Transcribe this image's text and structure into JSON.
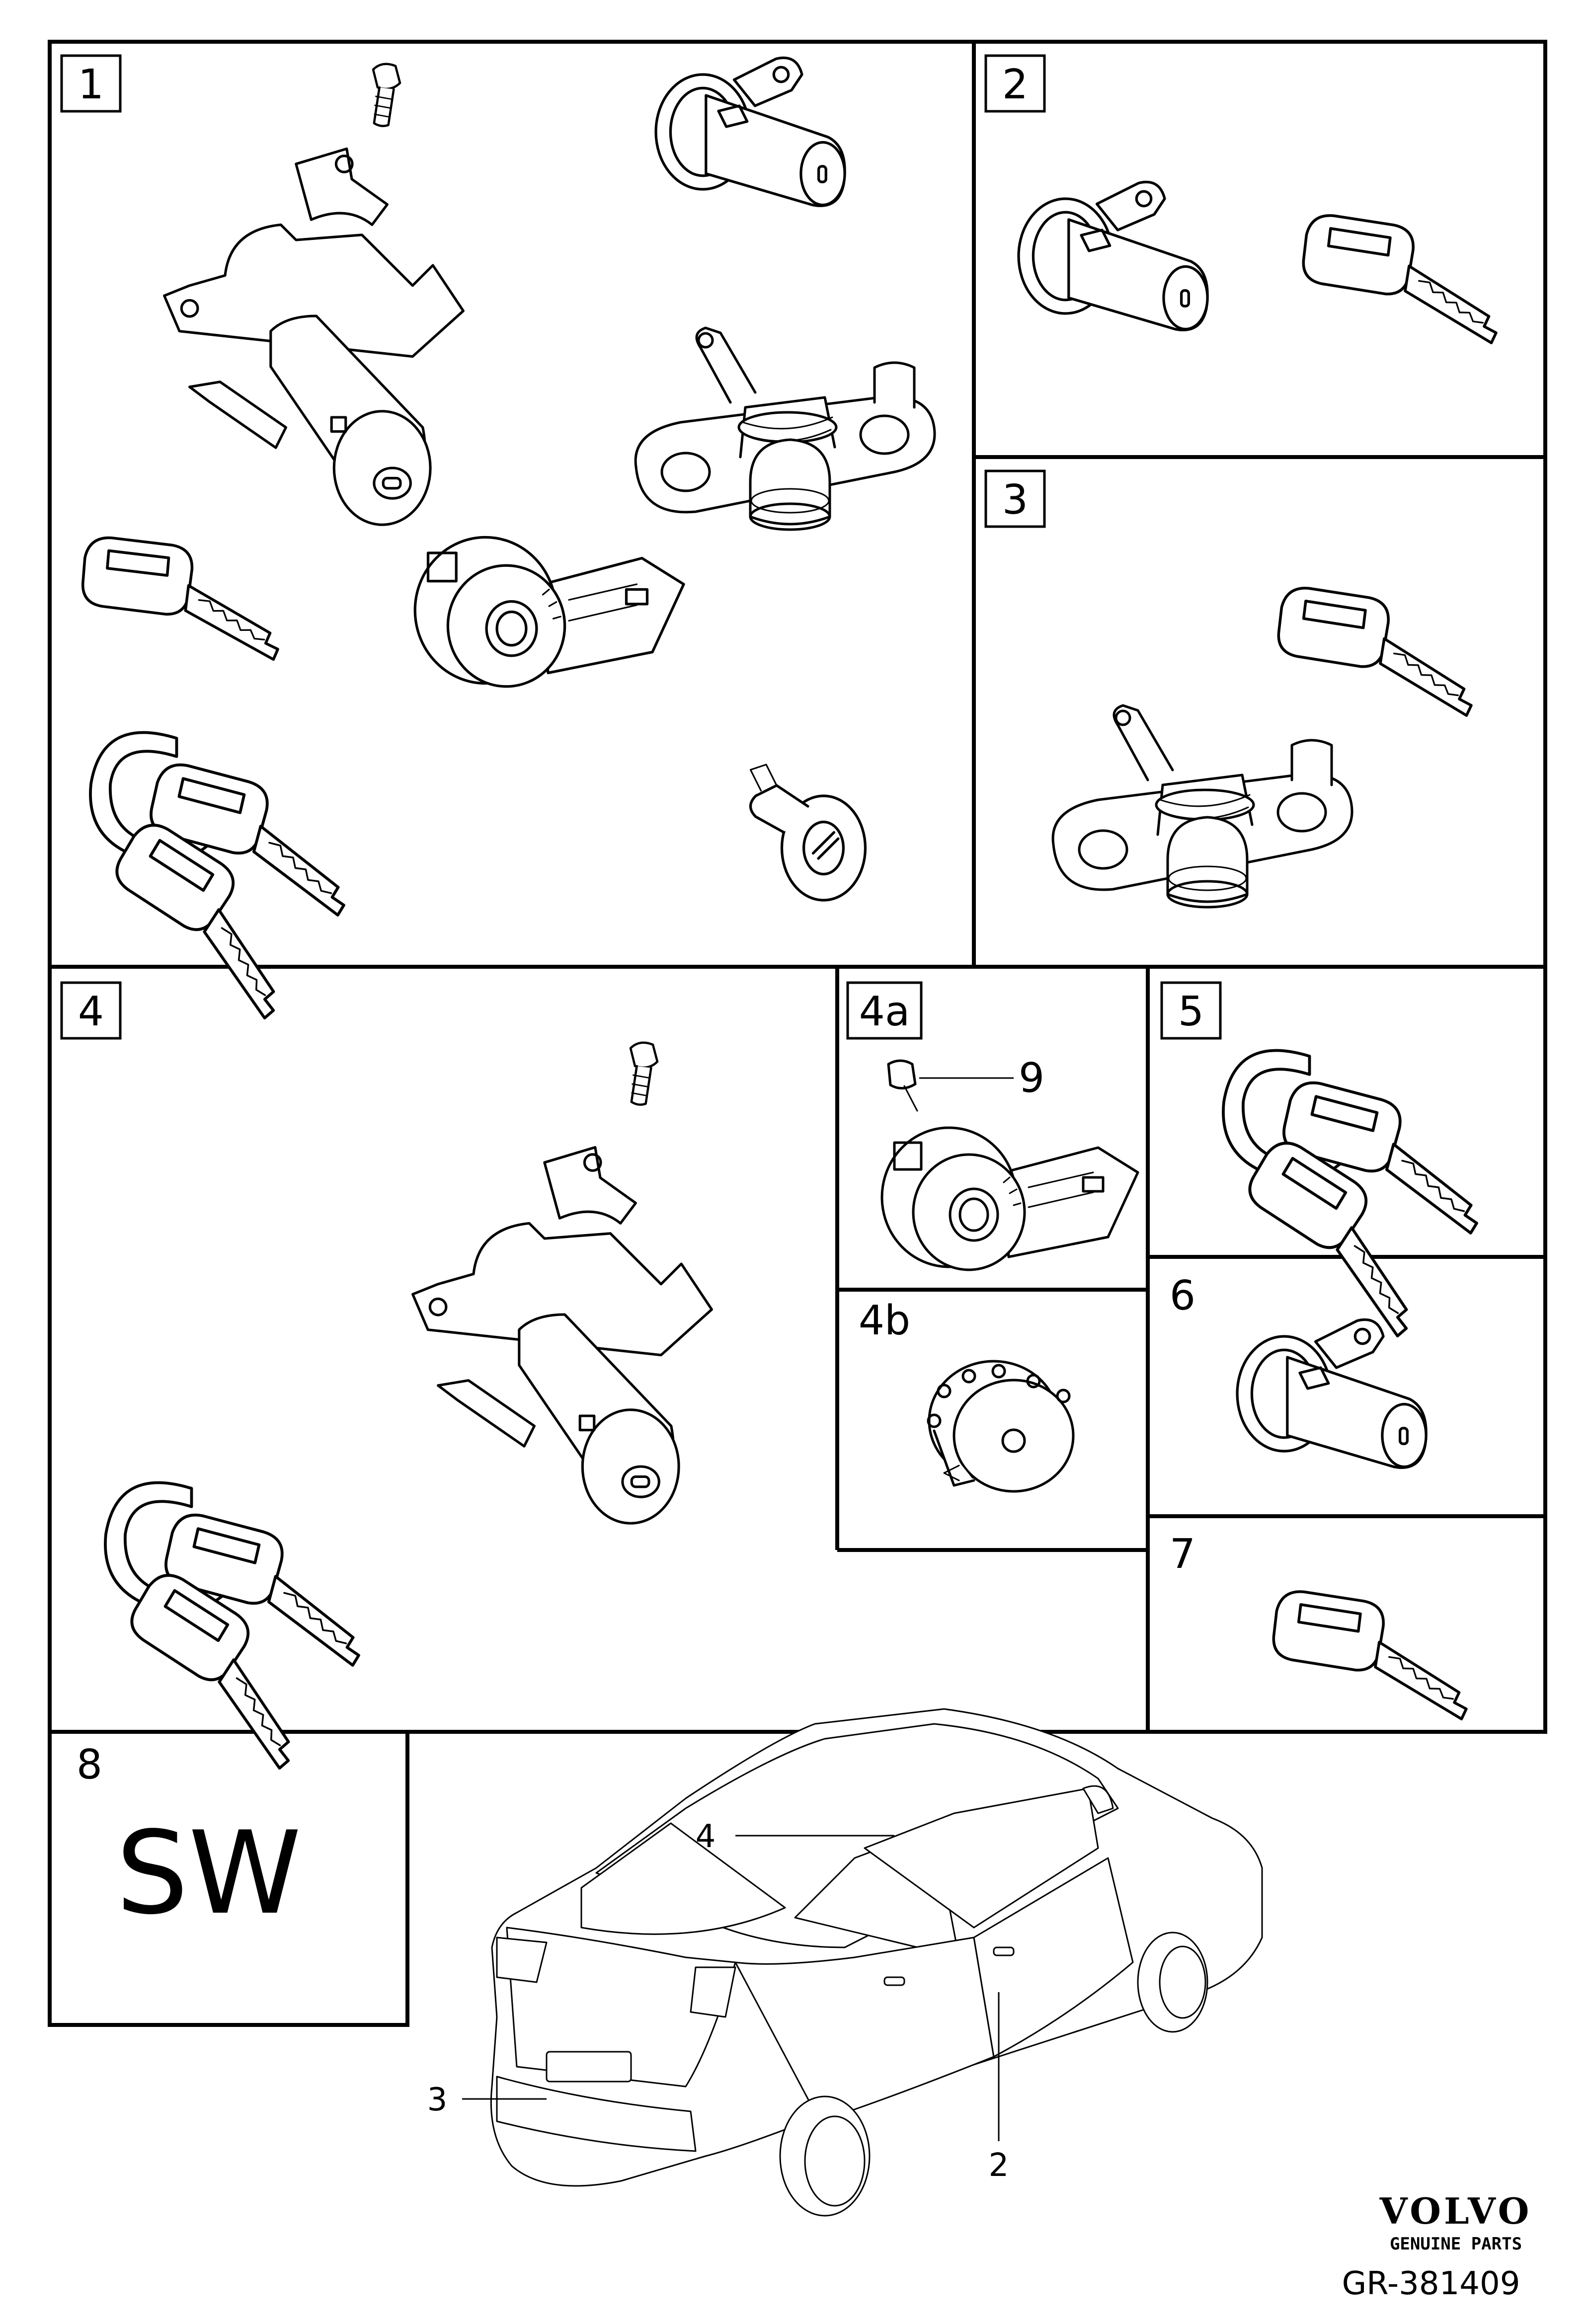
{
  "panels": {
    "p1": "1",
    "p2": "2",
    "p3": "3",
    "p4": "4",
    "p4a": "4a",
    "p4b": "4b",
    "p5": "5",
    "p6": "6",
    "p7": "7",
    "p8": "8"
  },
  "panel8_code": "SW",
  "callouts": {
    "c9": "9",
    "car_4": "4",
    "car_3": "3",
    "car_2": "2"
  },
  "brand": {
    "name": "VOLVO",
    "tagline": "GENUINE PARTS"
  },
  "reference": "GR-381409"
}
